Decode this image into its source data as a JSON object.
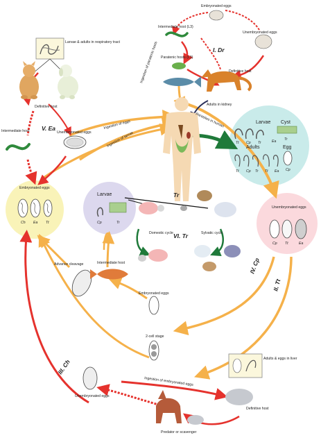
{
  "labels": {
    "embryonated_eggs_top": "Embryonated eggs",
    "intermediate_host_l3": "Intermediate host (L3)",
    "unembryonated_eggs_top": "Unembryonated eggs",
    "cycle_dr": "I. Dr",
    "paratenic_hosts": "Paratenic hosts (L3)",
    "definitive_host_dr": "Definitive host",
    "ingestion_paratenic": "Ingestion of paratenic hosts",
    "adults_kidney": "Adults in kidney",
    "larvae_adults_resp": "Larvae & adults in respiratory tract",
    "definitive_host_ea": "Definitive host",
    "intermediate_host_ea": "Intermediate host",
    "cycle_ea": "V. Ea",
    "unembryonated_eggs_ea": "Unembryonated eggs",
    "ingestion_eggs": "Ingestion of eggs",
    "ingestion_larvae": "Ingestion of larvae",
    "parasites_human": "Parasites in human",
    "embryonated_eggs_left": "Embryonated eggs",
    "larvae_panel": "Larvae",
    "cyst": "Cyst",
    "adults_panel": "Adults",
    "egg_panel": "Egg",
    "larvae_center": "Larvae",
    "tr_center": "Tr",
    "domestic_cycle": "Domestic cycle",
    "sylvatic_cycle": "Sylvatic cycle",
    "cycle_tr": "VI. Tr",
    "unembryonated_eggs_right": "Unembryonated eggs",
    "cycle_cp": "IV. Cp",
    "cycle_tt": "II. Tt",
    "advance_cleavage": "Advance cleavage",
    "intermediate_host_fish": "Intermediate host",
    "embryonated_eggs_mid": "Embryonated eggs",
    "two_cell_stage": "2-cell stage",
    "adults_eggs_liver": "Adults & eggs in liver",
    "ingestion_embryonated": "Ingestion of embryonated eggs",
    "cycle_ch": "III. Ch",
    "unembryonated_eggs_bottom": "Unembryonated eggs",
    "definitive_host_ch": "Definitive host",
    "predator_scavenger": "Predator or scavenger"
  },
  "species": {
    "tt": "Tt",
    "cp": "Cp",
    "tr": "Tr",
    "ea": "Ea",
    "ch": "Ch"
  },
  "colors": {
    "red_arrow": "#e5322d",
    "orange_arrow": "#f5b14a",
    "teal_panel": "#c9ebea",
    "yellow_panel": "#f9f3b8",
    "pink_panel": "#fbd9dd",
    "lavender_panel": "#dcd8ee",
    "green_arrow": "#1f7a3a"
  }
}
